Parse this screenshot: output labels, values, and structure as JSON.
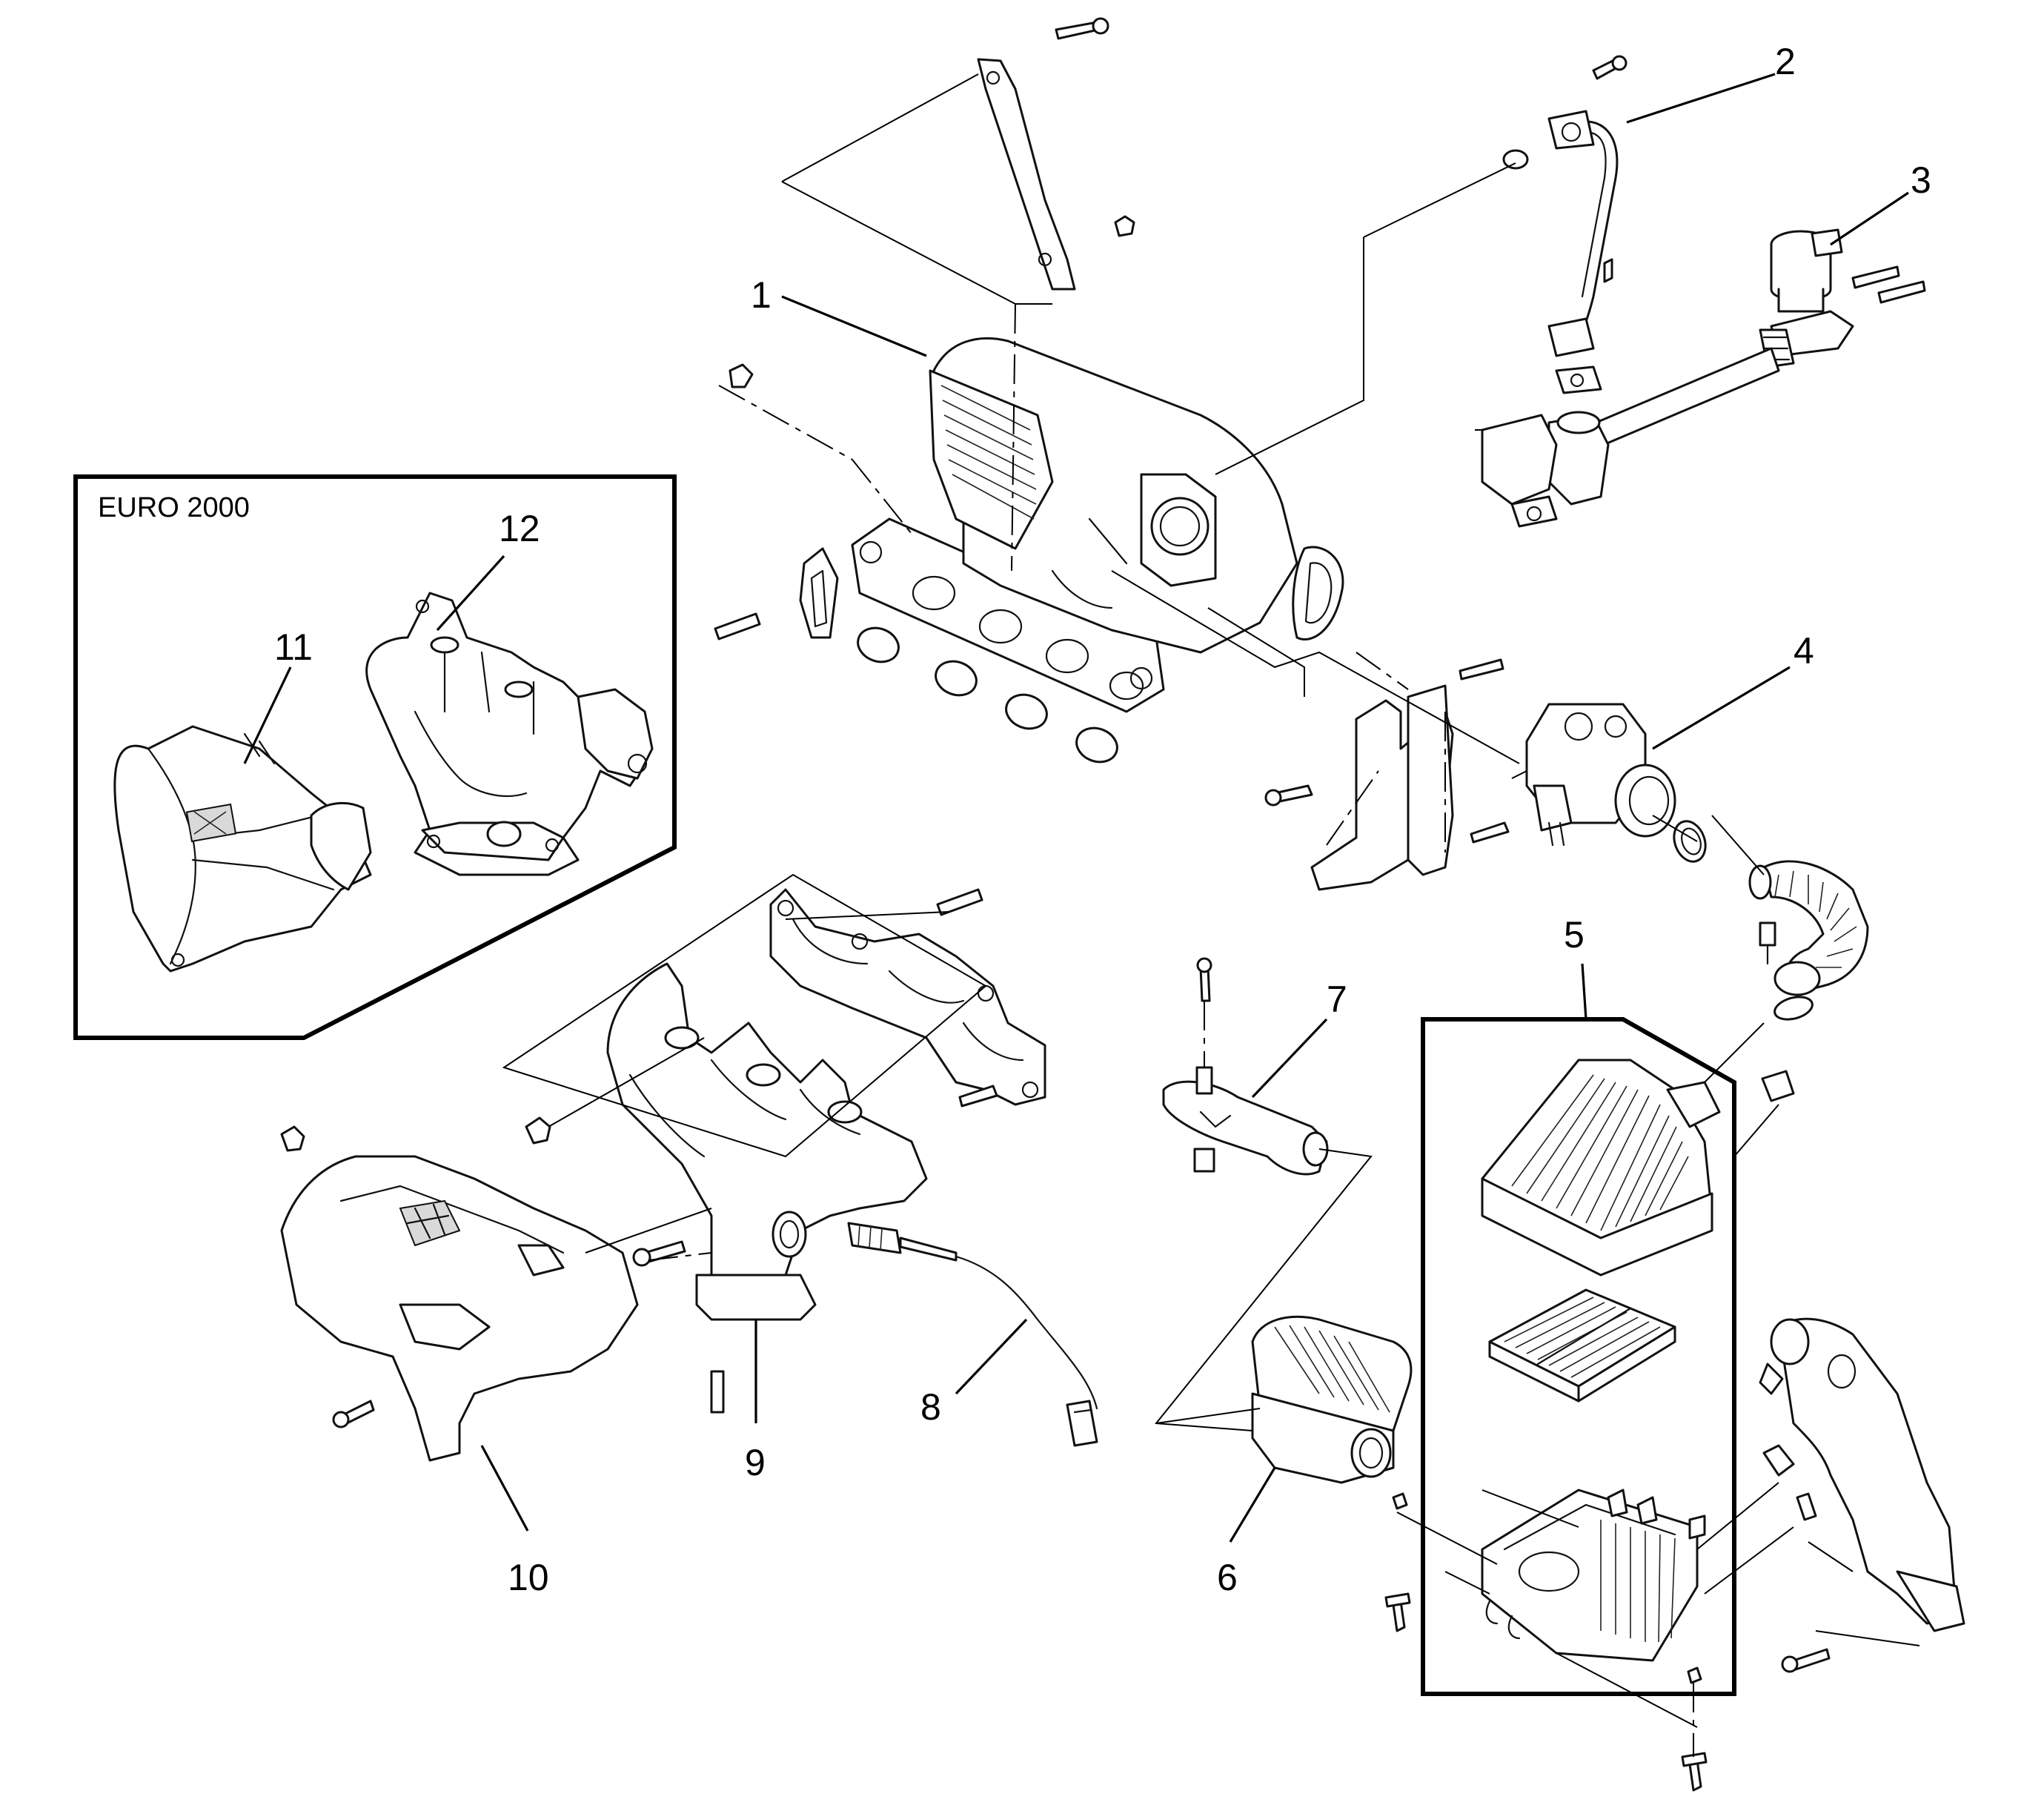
{
  "inset": {
    "label": "EURO 2000"
  },
  "callouts": [
    "1",
    "2",
    "3",
    "4",
    "5",
    "6",
    "7",
    "8",
    "9",
    "10",
    "11",
    "12"
  ],
  "colors": {
    "line": "#000000",
    "background": "#ffffff",
    "shade": "#d9d9d9"
  }
}
